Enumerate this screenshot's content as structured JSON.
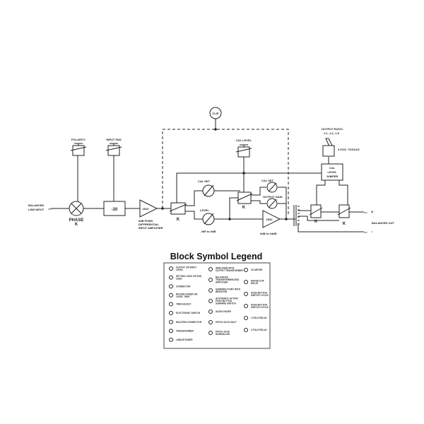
{
  "diagram": {
    "input_label": [
      "BALANCED",
      "LINE INPUT"
    ],
    "phase_label": "PHASE",
    "k": "K",
    "polarity_label": "POLARITY",
    "input_pad_label": "INPUT PAD",
    "pad_value": "-20",
    "amp1_label": "2510",
    "amp1_caption": [
      "0dB FIXED",
      "DIFFERENTIAL",
      "INPUT AMPLIFIER"
    ],
    "clip_label": "CLIP",
    "cal_level_label": "CAL LEVEL",
    "cal_set_label": "CAL SET",
    "level_label": "LEVEL",
    "level_range": "-INF to 0dB",
    "cal_set2_label": "CAL SET",
    "output_gain_label": "OUTPUT GAIN",
    "amp2_label": "2520",
    "amp2_caption": "0dB to 44dB",
    "output_ratio_label": [
      "OUTPUT RATIO -",
      "1:1, 1:2, 1:5"
    ],
    "toggle_label": "3 POS. TOGGLE",
    "jumper_label": [
      "CAL",
      "LEVEL",
      "JUMPER"
    ],
    "out_plus": "+",
    "out_minus": "-",
    "output_label": "BALANCED OUT"
  },
  "legend": {
    "title": "Block Symbol Legend",
    "col1": [
      "OUTPUT OR INPUT LEVEL",
      "SETTING LEDS OR PAD LEDS",
      "CONNECTOR",
      "ROTARY FADER OR LEVEL TRIM",
      "TRIM ADJUST",
      "ELECTRONIC SWITCH",
      "MULTIPIN CONNECTOR",
      "TRANSFORMER",
      "LINEAR FADER"
    ],
    "col2": [
      "AMPLIFIER WITH OUTPUT TRANSFORMER",
      "BALANCED TRANSFORMERLESS AMPLIFIER",
      "SUMMING POINT WITH RESISTOR",
      "AUTOMATIC ACTION PUSH BUTTON SUMMING SWITCH",
      "AUDIO FADER",
      "PATCH JACK HALF",
      "PATCH JACK NORMALLED"
    ],
    "col3": [
      "VU METER",
      "PHASE FLIP RELAY",
      "PUSH BUTTON SWITCH 1 POLE",
      "PUSH BUTTON SWITCH 2 POLE",
      "1 POLE RELAY",
      "2 POLE RELAY"
    ]
  }
}
